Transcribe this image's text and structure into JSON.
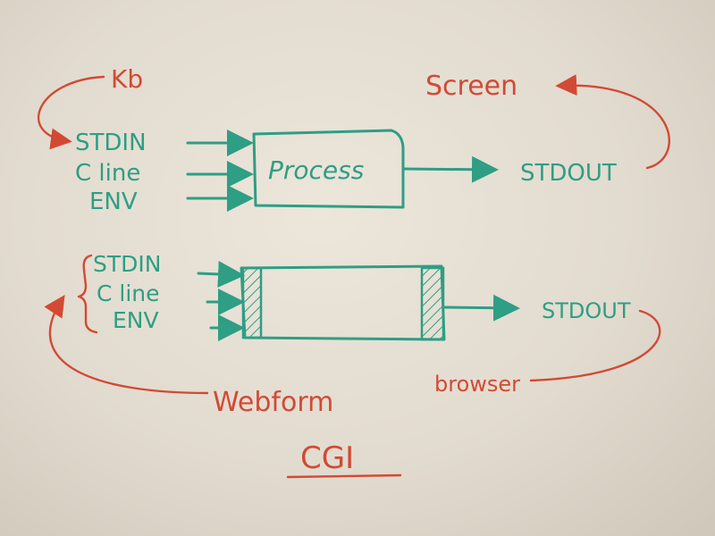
{
  "top": {
    "inputs": [
      "STDIN",
      "C line",
      "ENV"
    ],
    "process": "Process",
    "output": "STDOUT",
    "input_source": "Kb",
    "output_target": "Screen"
  },
  "bottom": {
    "inputs": [
      "STDIN",
      "C line",
      "ENV"
    ],
    "output": "STDOUT",
    "input_source": "Webform",
    "output_target": "browser"
  },
  "caption": "CGI",
  "colors": {
    "marker_green": "#2e9e84",
    "marker_red": "#d24a34",
    "board": "#e6e0d5"
  }
}
